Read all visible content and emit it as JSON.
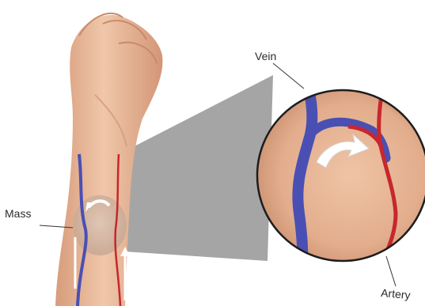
{
  "labels": {
    "vein": "Vein",
    "mass": "Mass",
    "artery": "Artery"
  },
  "colors": {
    "vein": "#4a4fb3",
    "artery": "#c8262e",
    "skin": "#e7b898",
    "skin_shadow": "#c98e6e",
    "callout_fill": "#9c9c9c",
    "background": "#ffffff"
  }
}
